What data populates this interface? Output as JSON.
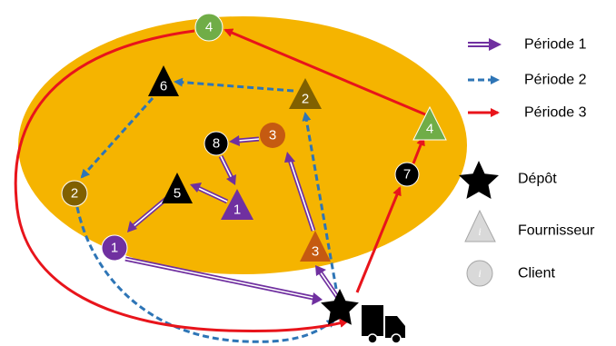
{
  "nodes": {
    "customer_4": "4",
    "customer_6": "6",
    "supplier_2": "2",
    "supplier_4": "4",
    "customer_8": "8",
    "customer_3": "3",
    "customer_2": "2",
    "customer_5": "5",
    "supplier_1": "1",
    "customer_7": "7",
    "customer_1": "1",
    "supplier_3": "3"
  },
  "legend": {
    "period_1": "Période 1",
    "period_2": "Période 2",
    "period_3": "Période 3",
    "depot": "Dépôt",
    "supplier": "Fournisseur",
    "client": "Client",
    "symbol_i": "i"
  },
  "colors": {
    "region": "#F5B400",
    "period_1": "#7030A0",
    "period_2": "#2E75B6",
    "period_3": "#E8141B",
    "green": "#70AD47",
    "olive": "#806000",
    "brown": "#C55A11",
    "purple": "#7030A0",
    "black": "#000000",
    "grey": "#BFBFBF"
  },
  "icons": [
    "star-icon",
    "truck-icon",
    "triangle-icon",
    "circle-icon"
  ]
}
